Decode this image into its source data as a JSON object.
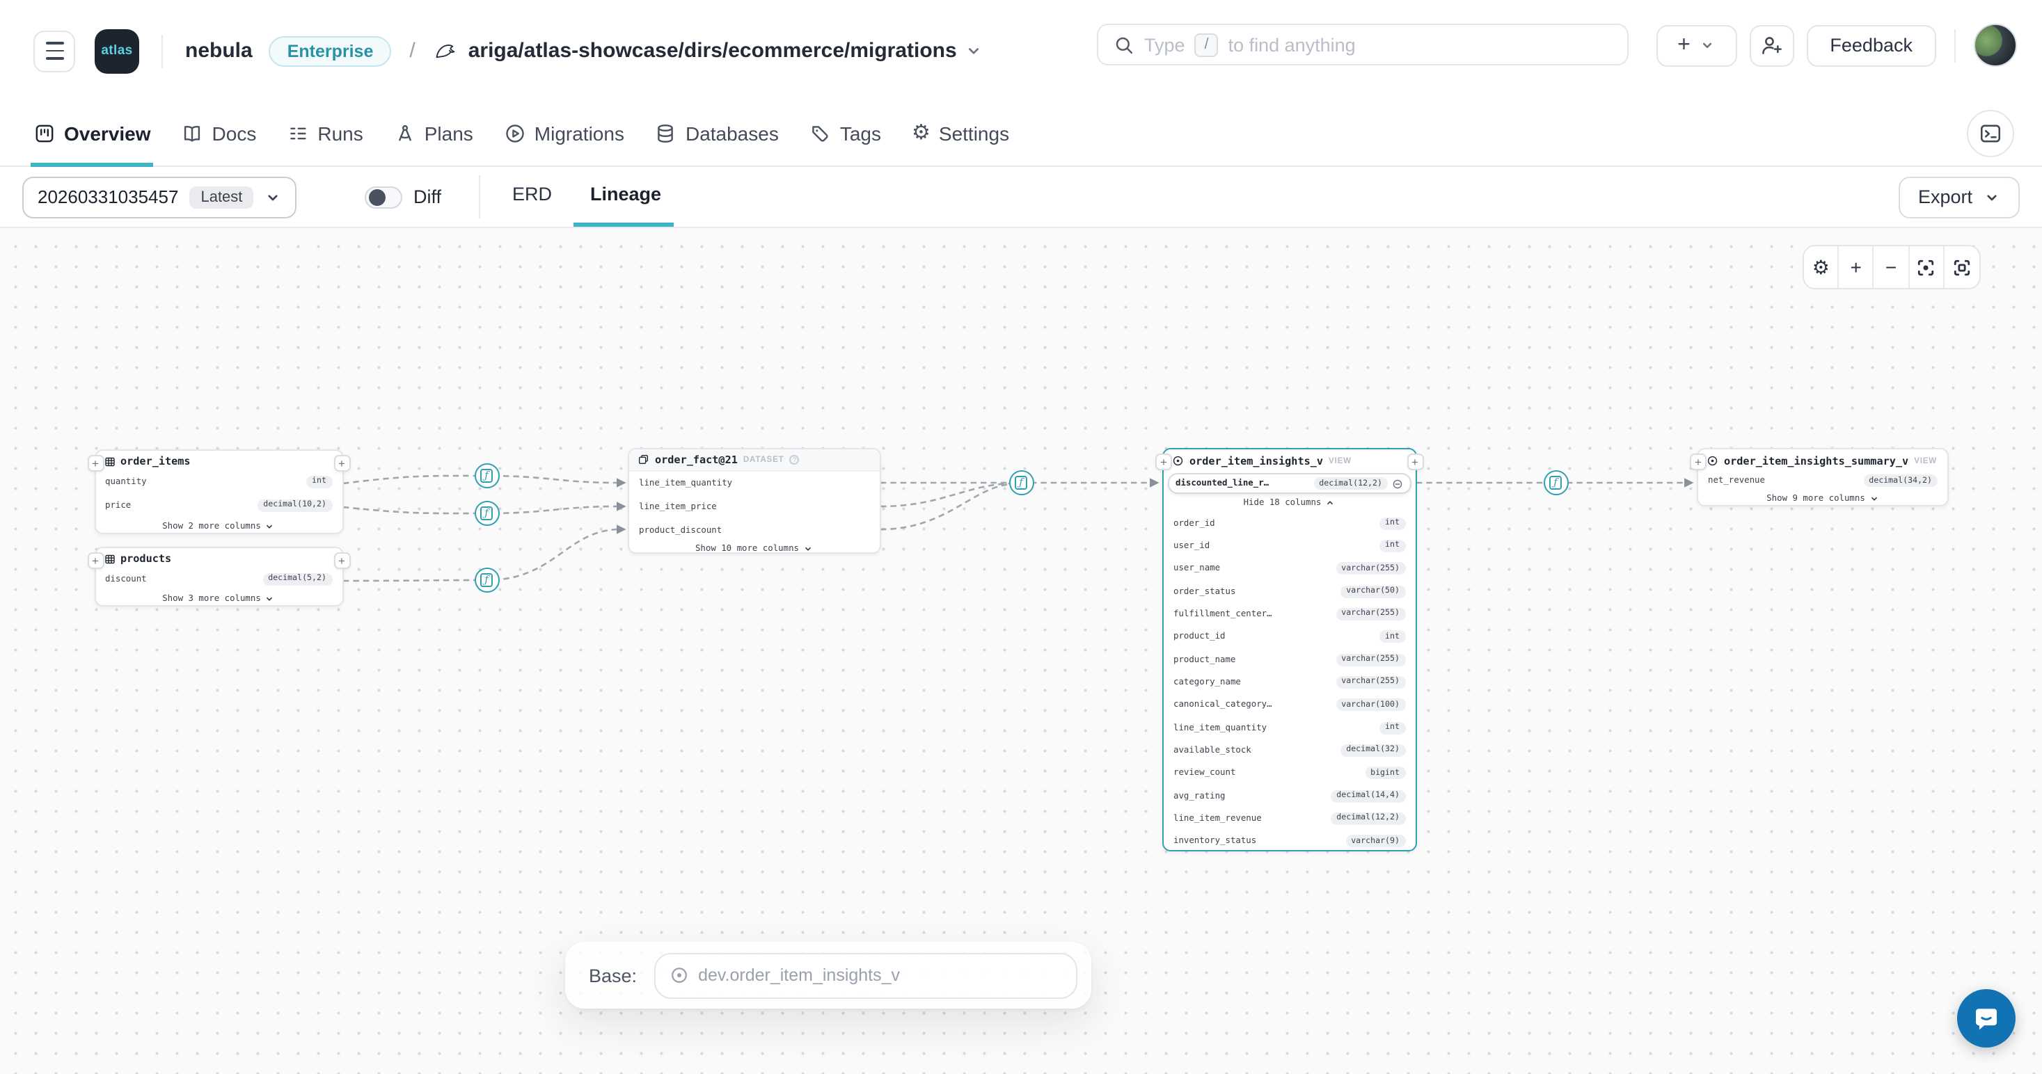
{
  "icons": {
    "plus": "+",
    "minus": "−",
    "gear": "⚙",
    "fn": "ƒ"
  },
  "header": {
    "logo_text": "atlas",
    "org_name": "nebula",
    "plan_badge": "Enterprise",
    "separator": "/",
    "breadcrumb": "ariga/atlas-showcase/dirs/ecommerce/migrations",
    "search": {
      "prefix": "Type",
      "key": "/",
      "suffix": "to find anything"
    },
    "feedback_label": "Feedback"
  },
  "nav": {
    "tabs": [
      {
        "label": "Overview",
        "active": true
      },
      {
        "label": "Docs",
        "active": false
      },
      {
        "label": "Runs",
        "active": false
      },
      {
        "label": "Plans",
        "active": false
      },
      {
        "label": "Migrations",
        "active": false
      },
      {
        "label": "Databases",
        "active": false
      },
      {
        "label": "Tags",
        "active": false
      },
      {
        "label": "Settings",
        "active": false
      }
    ]
  },
  "toolbar": {
    "version": "20260331035457",
    "version_badge": "Latest",
    "diff_label": "Diff",
    "view_tabs": [
      {
        "label": "ERD",
        "active": false
      },
      {
        "label": "Lineage",
        "active": true
      }
    ],
    "export_label": "Export"
  },
  "lineage": {
    "nodes": [
      {
        "title": "order_items",
        "type": "table",
        "columns": [
          {
            "name": "quantity",
            "datatype": "int"
          },
          {
            "name": "price",
            "datatype": "decimal(10,2)"
          }
        ],
        "footer": "Show 2 more columns"
      },
      {
        "title": "products",
        "type": "table",
        "columns": [
          {
            "name": "discount",
            "datatype": "decimal(5,2)"
          }
        ],
        "footer": "Show 3 more columns"
      },
      {
        "title": "order_fact@21",
        "type": "dataset",
        "type_label": "DATASET",
        "help": "?",
        "columns": [
          {
            "name": "line_item_quantity"
          },
          {
            "name": "line_item_price"
          },
          {
            "name": "product_discount"
          }
        ],
        "footer": "Show 10 more columns"
      },
      {
        "title": "order_item_insights_v",
        "type": "view",
        "type_label": "VIEW",
        "pinned_column": {
          "name": "discounted_line_r…",
          "datatype": "decimal(12,2)"
        },
        "collapse_label": "Hide 18 columns",
        "columns": [
          {
            "name": "order_id",
            "datatype": "int"
          },
          {
            "name": "user_id",
            "datatype": "int"
          },
          {
            "name": "user_name",
            "datatype": "varchar(255)"
          },
          {
            "name": "order_status",
            "datatype": "varchar(50)"
          },
          {
            "name": "fulfillment_center…",
            "datatype": "varchar(255)"
          },
          {
            "name": "product_id",
            "datatype": "int"
          },
          {
            "name": "product_name",
            "datatype": "varchar(255)"
          },
          {
            "name": "category_name",
            "datatype": "varchar(255)"
          },
          {
            "name": "canonical_category…",
            "datatype": "varchar(100)"
          },
          {
            "name": "line_item_quantity",
            "datatype": "int"
          },
          {
            "name": "available_stock",
            "datatype": "decimal(32)"
          },
          {
            "name": "review_count",
            "datatype": "bigint"
          },
          {
            "name": "avg_rating",
            "datatype": "decimal(14,4)"
          },
          {
            "name": "line_item_revenue",
            "datatype": "decimal(12,2)"
          },
          {
            "name": "inventory_status",
            "datatype": "varchar(9)"
          }
        ]
      },
      {
        "title": "order_item_insights_summary_v",
        "type": "view",
        "type_label": "VIEW",
        "columns": [
          {
            "name": "net_revenue",
            "datatype": "decimal(34,2)"
          }
        ],
        "footer": "Show 9 more columns"
      }
    ]
  },
  "base_bar": {
    "label": "Base:",
    "value": "dev.order_item_insights_v"
  }
}
